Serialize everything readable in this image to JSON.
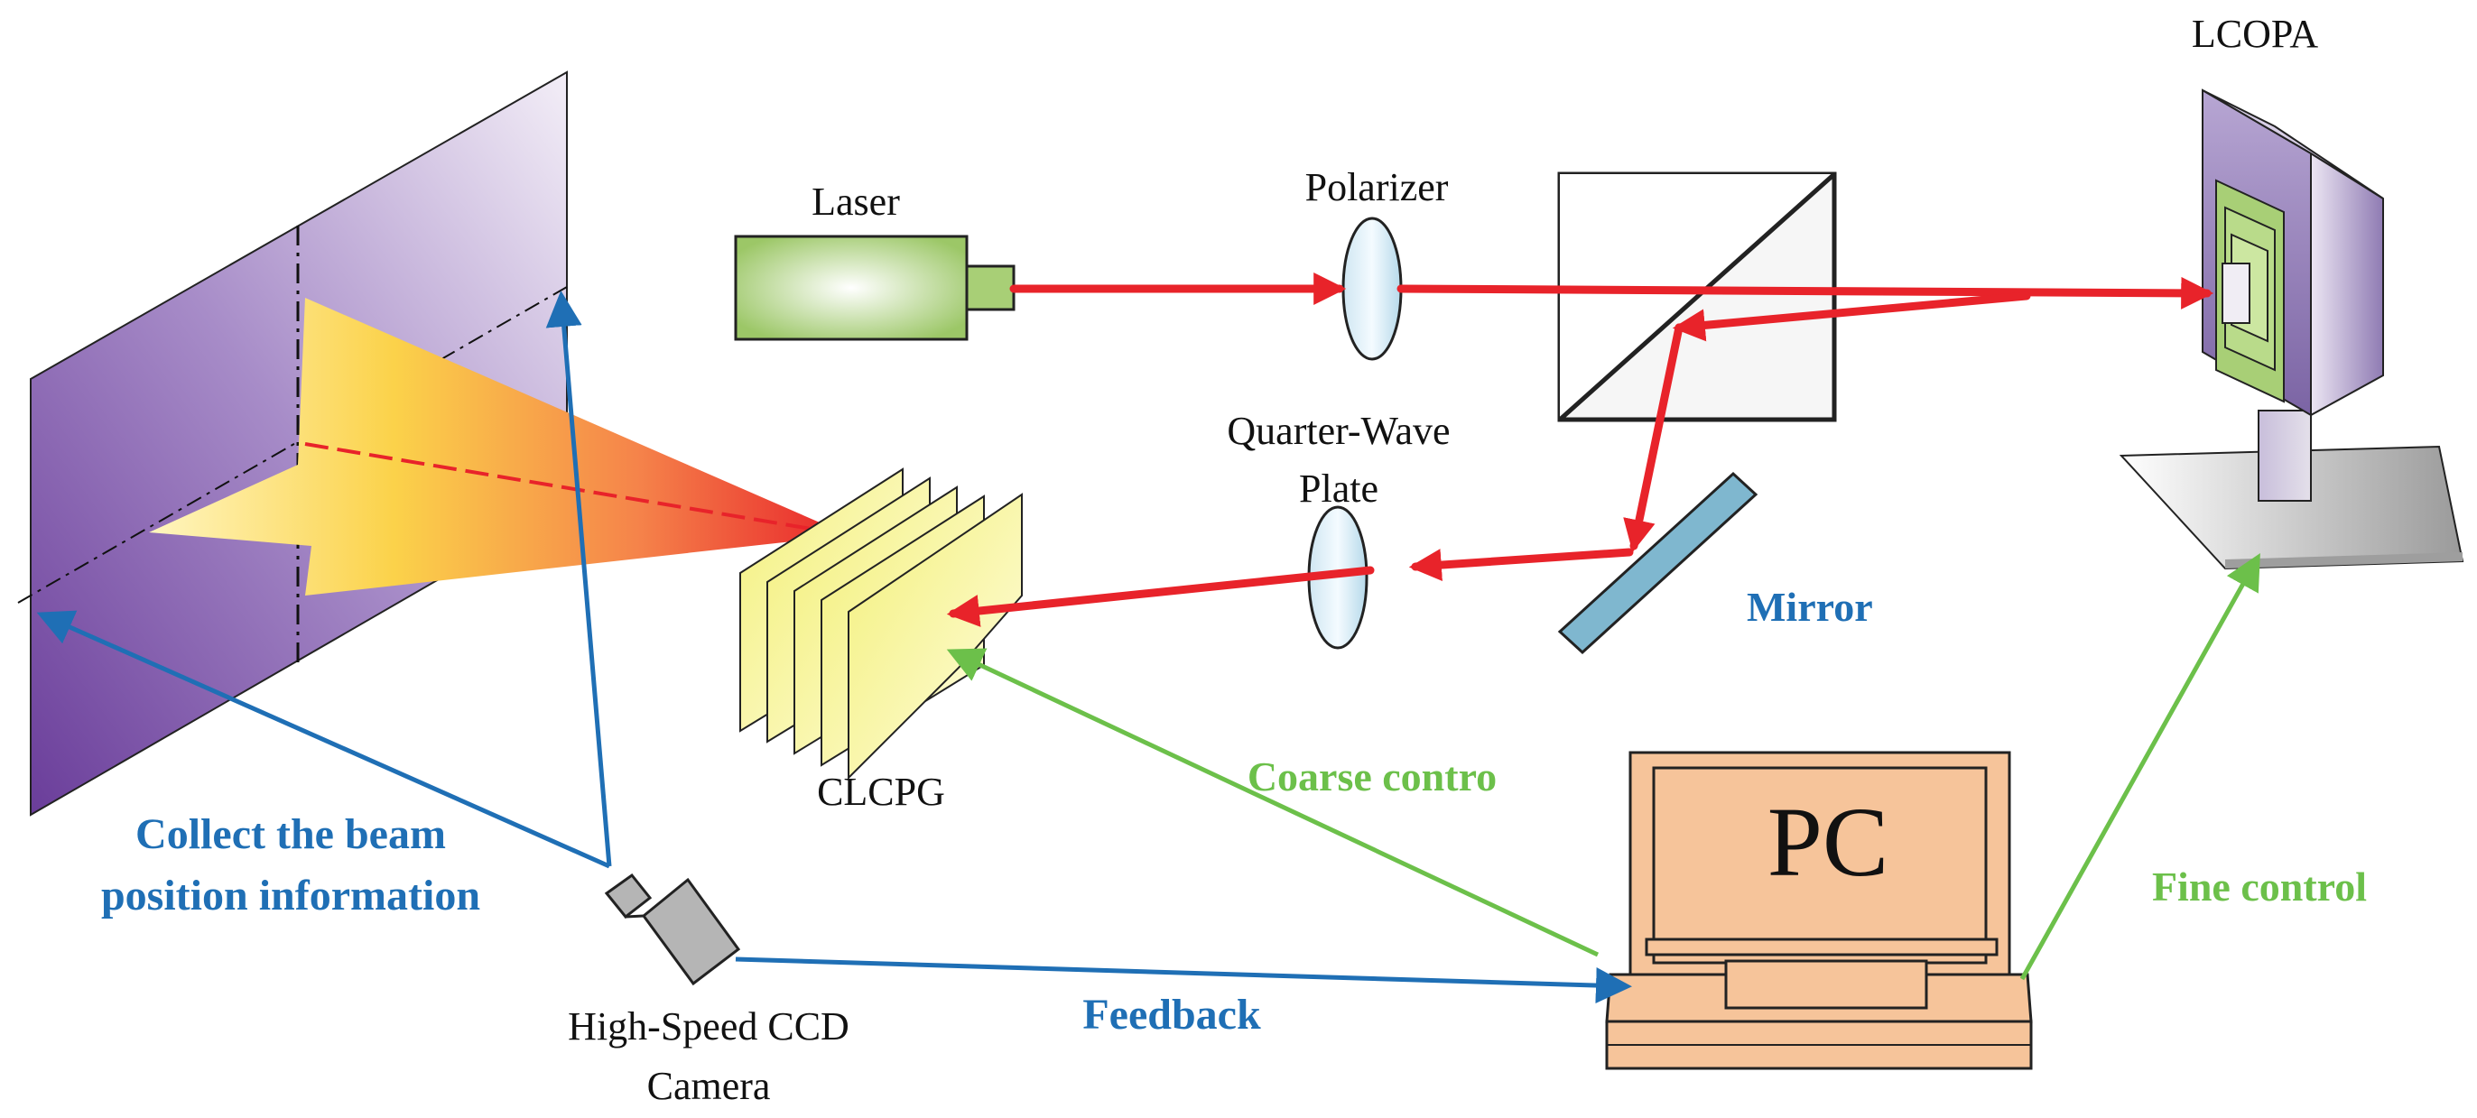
{
  "components": {
    "laser": "Laser",
    "polarizer": "Polarizer",
    "lcopa": "LCOPA",
    "quarter_wave_line1": "Quarter-Wave",
    "quarter_wave_line2": "Plate",
    "mirror": "Mirror",
    "clcpg": "CLCPG",
    "camera_line1": "High-Speed CCD",
    "camera_line2": "Camera",
    "pc": "PC"
  },
  "signals": {
    "collect_line1": "Collect the beam",
    "collect_line2": "position information",
    "coarse": "Coarse contro",
    "fine": "Fine control",
    "feedback": "Feedback"
  },
  "colors": {
    "beam": "#e8232a",
    "blue": "#1f6fb5",
    "green": "#6cc04a",
    "pc_fill": "#f6c49a",
    "screen": "#9b7cc0",
    "laser_body": "#a8cf76"
  }
}
